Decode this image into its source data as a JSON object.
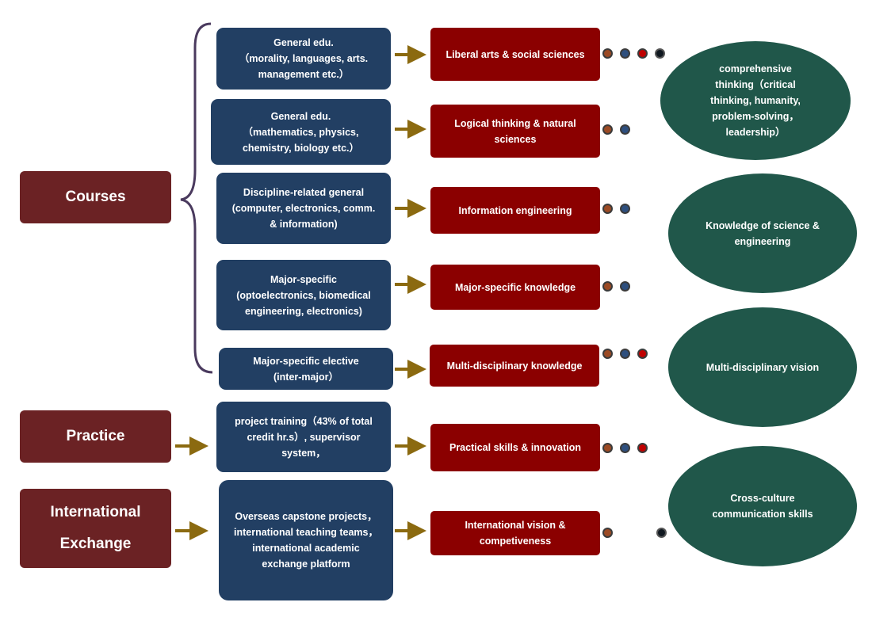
{
  "categories": {
    "courses": "Courses",
    "practice": "Practice",
    "international": "International\nExchange"
  },
  "course_boxes": [
    "General edu.\n（morality, languages, arts.\nmanagement etc.）",
    "General edu.\n（mathematics, physics,\nchemistry, biology etc.）",
    "Discipline-related general\n(computer, electronics, comm.\n& information)",
    "Major-specific\n(optoelectronics, biomedical\nengineering, electronics)",
    "Major-specific elective\n(inter-major）"
  ],
  "practice_box": "project training（43% of total\ncredit hr.s）, supervisor\nsystem，",
  "international_box": "Overseas capstone projects，\ninternational teaching teams，\ninternational academic\nexchange platform",
  "outcomes": [
    "Liberal arts & social sciences",
    "Logical thinking & natural\nsciences",
    "Information engineering",
    "Major-specific knowledge",
    "Multi-disciplinary knowledge",
    "Practical skills & innovation",
    "International vision &\ncompetiveness"
  ],
  "abilities": [
    "comprehensive\nthinking（critical\nthinking, humanity,\nproblem-solving，\nleadership）",
    "Knowledge of science &\nengineering",
    "Multi-disciplinary vision",
    "Cross-culture\ncommunication skills"
  ],
  "colors": {
    "category": "#6b2224",
    "course": "#223f63",
    "outcome": "#8b0000",
    "ability": "#20574a",
    "arrow": "#8b6a10",
    "brace": "#4a3a5e",
    "dot_brown": "#9b4a24",
    "dot_blue": "#2e4f7e",
    "dot_red": "#c00000",
    "dot_black": "#101820"
  }
}
